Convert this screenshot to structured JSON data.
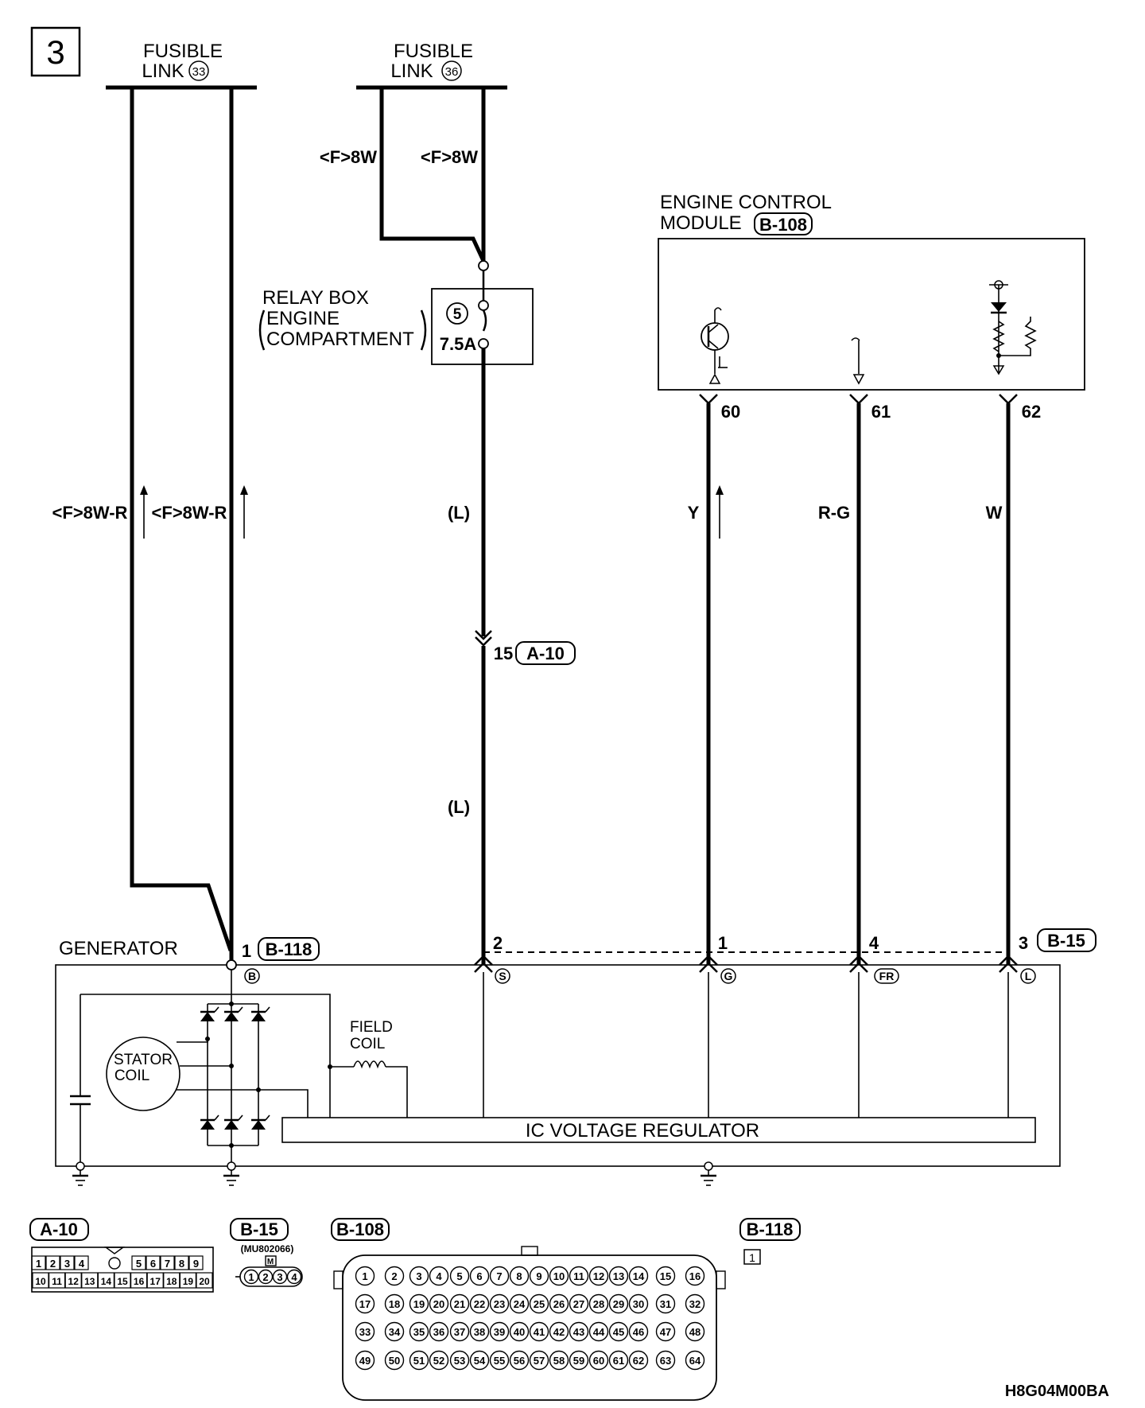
{
  "page_number": "3",
  "fusible_link_1": {
    "line1": "FUSIBLE",
    "line2": "LINK",
    "number": "33"
  },
  "fusible_link_2": {
    "line1": "FUSIBLE",
    "line2": "LINK",
    "number": "36"
  },
  "wire_labels": {
    "f8w_left": "<F>8W",
    "f8w_right": "<F>8W",
    "f8wr_1": "<F>8W-R",
    "f8wr_2": "<F>8W-R",
    "l_upper": "(L)",
    "l_lower": "(L)",
    "y": "Y",
    "rg": "R-G",
    "w": "W"
  },
  "relay_box": {
    "line1": "RELAY BOX",
    "line2": "ENGINE",
    "line3": "COMPARTMENT",
    "fuse_number": "5",
    "fuse_rating": "7.5A"
  },
  "ecm": {
    "line1": "ENGINE CONTROL",
    "line2": "MODULE",
    "connector": "B-108"
  },
  "ecm_pins": [
    "60",
    "61",
    "62"
  ],
  "connector_a10_pin": "15",
  "connector_a10": "A-10",
  "generator": {
    "title": "GENERATOR",
    "pin_b118": "1",
    "connector_b118": "B-118",
    "pin_s": "2",
    "pin_g": "1",
    "pin_fr": "4",
    "pin_l": "3",
    "connector_b15": "B-15",
    "terminal_b": "B",
    "terminal_s": "S",
    "terminal_g": "G",
    "terminal_fr": "FR",
    "terminal_l": "L",
    "stator_line1": "STATOR",
    "stator_line2": "COIL",
    "field_line1": "FIELD",
    "field_line2": "COIL",
    "regulator": "IC VOLTAGE REGULATOR"
  },
  "connector_views": {
    "a10": {
      "label": "A-10",
      "row1": [
        "1",
        "2",
        "3",
        "4",
        "5",
        "6",
        "7",
        "8",
        "9"
      ],
      "row2": [
        "10",
        "11",
        "12",
        "13",
        "14",
        "15",
        "16",
        "17",
        "18",
        "19",
        "20"
      ]
    },
    "b15": {
      "label": "B-15",
      "part": "(MU802066)",
      "color_code": "M",
      "pins": [
        "1",
        "2",
        "3",
        "4"
      ]
    },
    "b108": {
      "label": "B-108"
    },
    "b118": {
      "label": "B-118",
      "pin": "1"
    }
  },
  "figure_code": "H8G04M00BA"
}
